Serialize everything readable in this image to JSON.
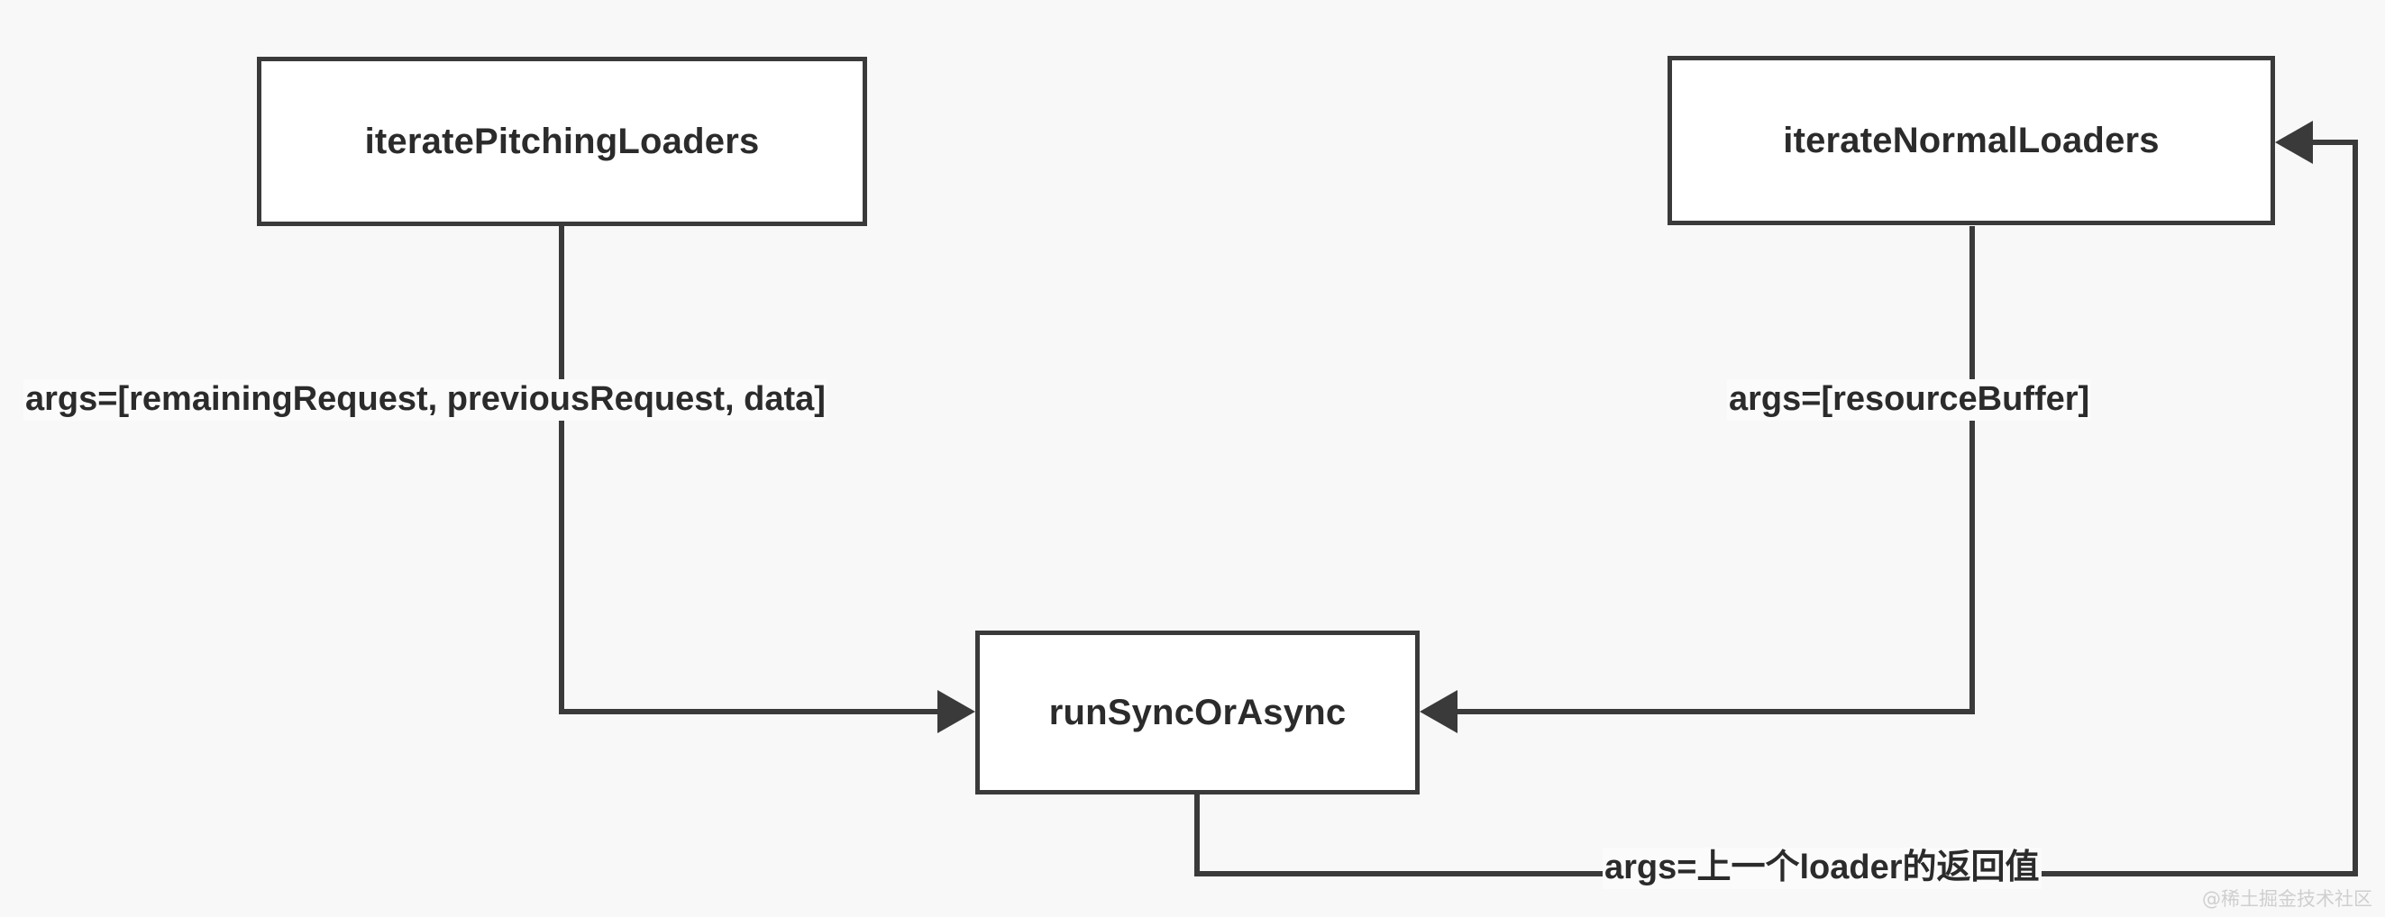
{
  "diagram": {
    "type": "flowchart",
    "background_color": "#f8f8f8",
    "node_fill": "#ffffff",
    "stroke_color": "#3a3a3a",
    "text_color": "#2b2b2b",
    "nodes": [
      {
        "id": "iteratePitchingLoaders",
        "label": "iteratePitchingLoaders"
      },
      {
        "id": "iterateNormalLoaders",
        "label": "iterateNormalLoaders"
      },
      {
        "id": "runSyncOrAsync",
        "label": "runSyncOrAsync"
      }
    ],
    "edges": [
      {
        "id": "pitching-to-run",
        "from": "iteratePitchingLoaders",
        "to": "runSyncOrAsync",
        "label": "args=[remainingRequest, previousRequest, data]"
      },
      {
        "id": "normal-to-run",
        "from": "iterateNormalLoaders",
        "to": "runSyncOrAsync",
        "label": "args=[resourceBuffer]"
      },
      {
        "id": "run-to-normal",
        "from": "runSyncOrAsync",
        "to": "iterateNormalLoaders",
        "label": "args=上一个loader的返回值"
      }
    ]
  },
  "watermark": {
    "text": "@稀土掘金技术社区"
  }
}
